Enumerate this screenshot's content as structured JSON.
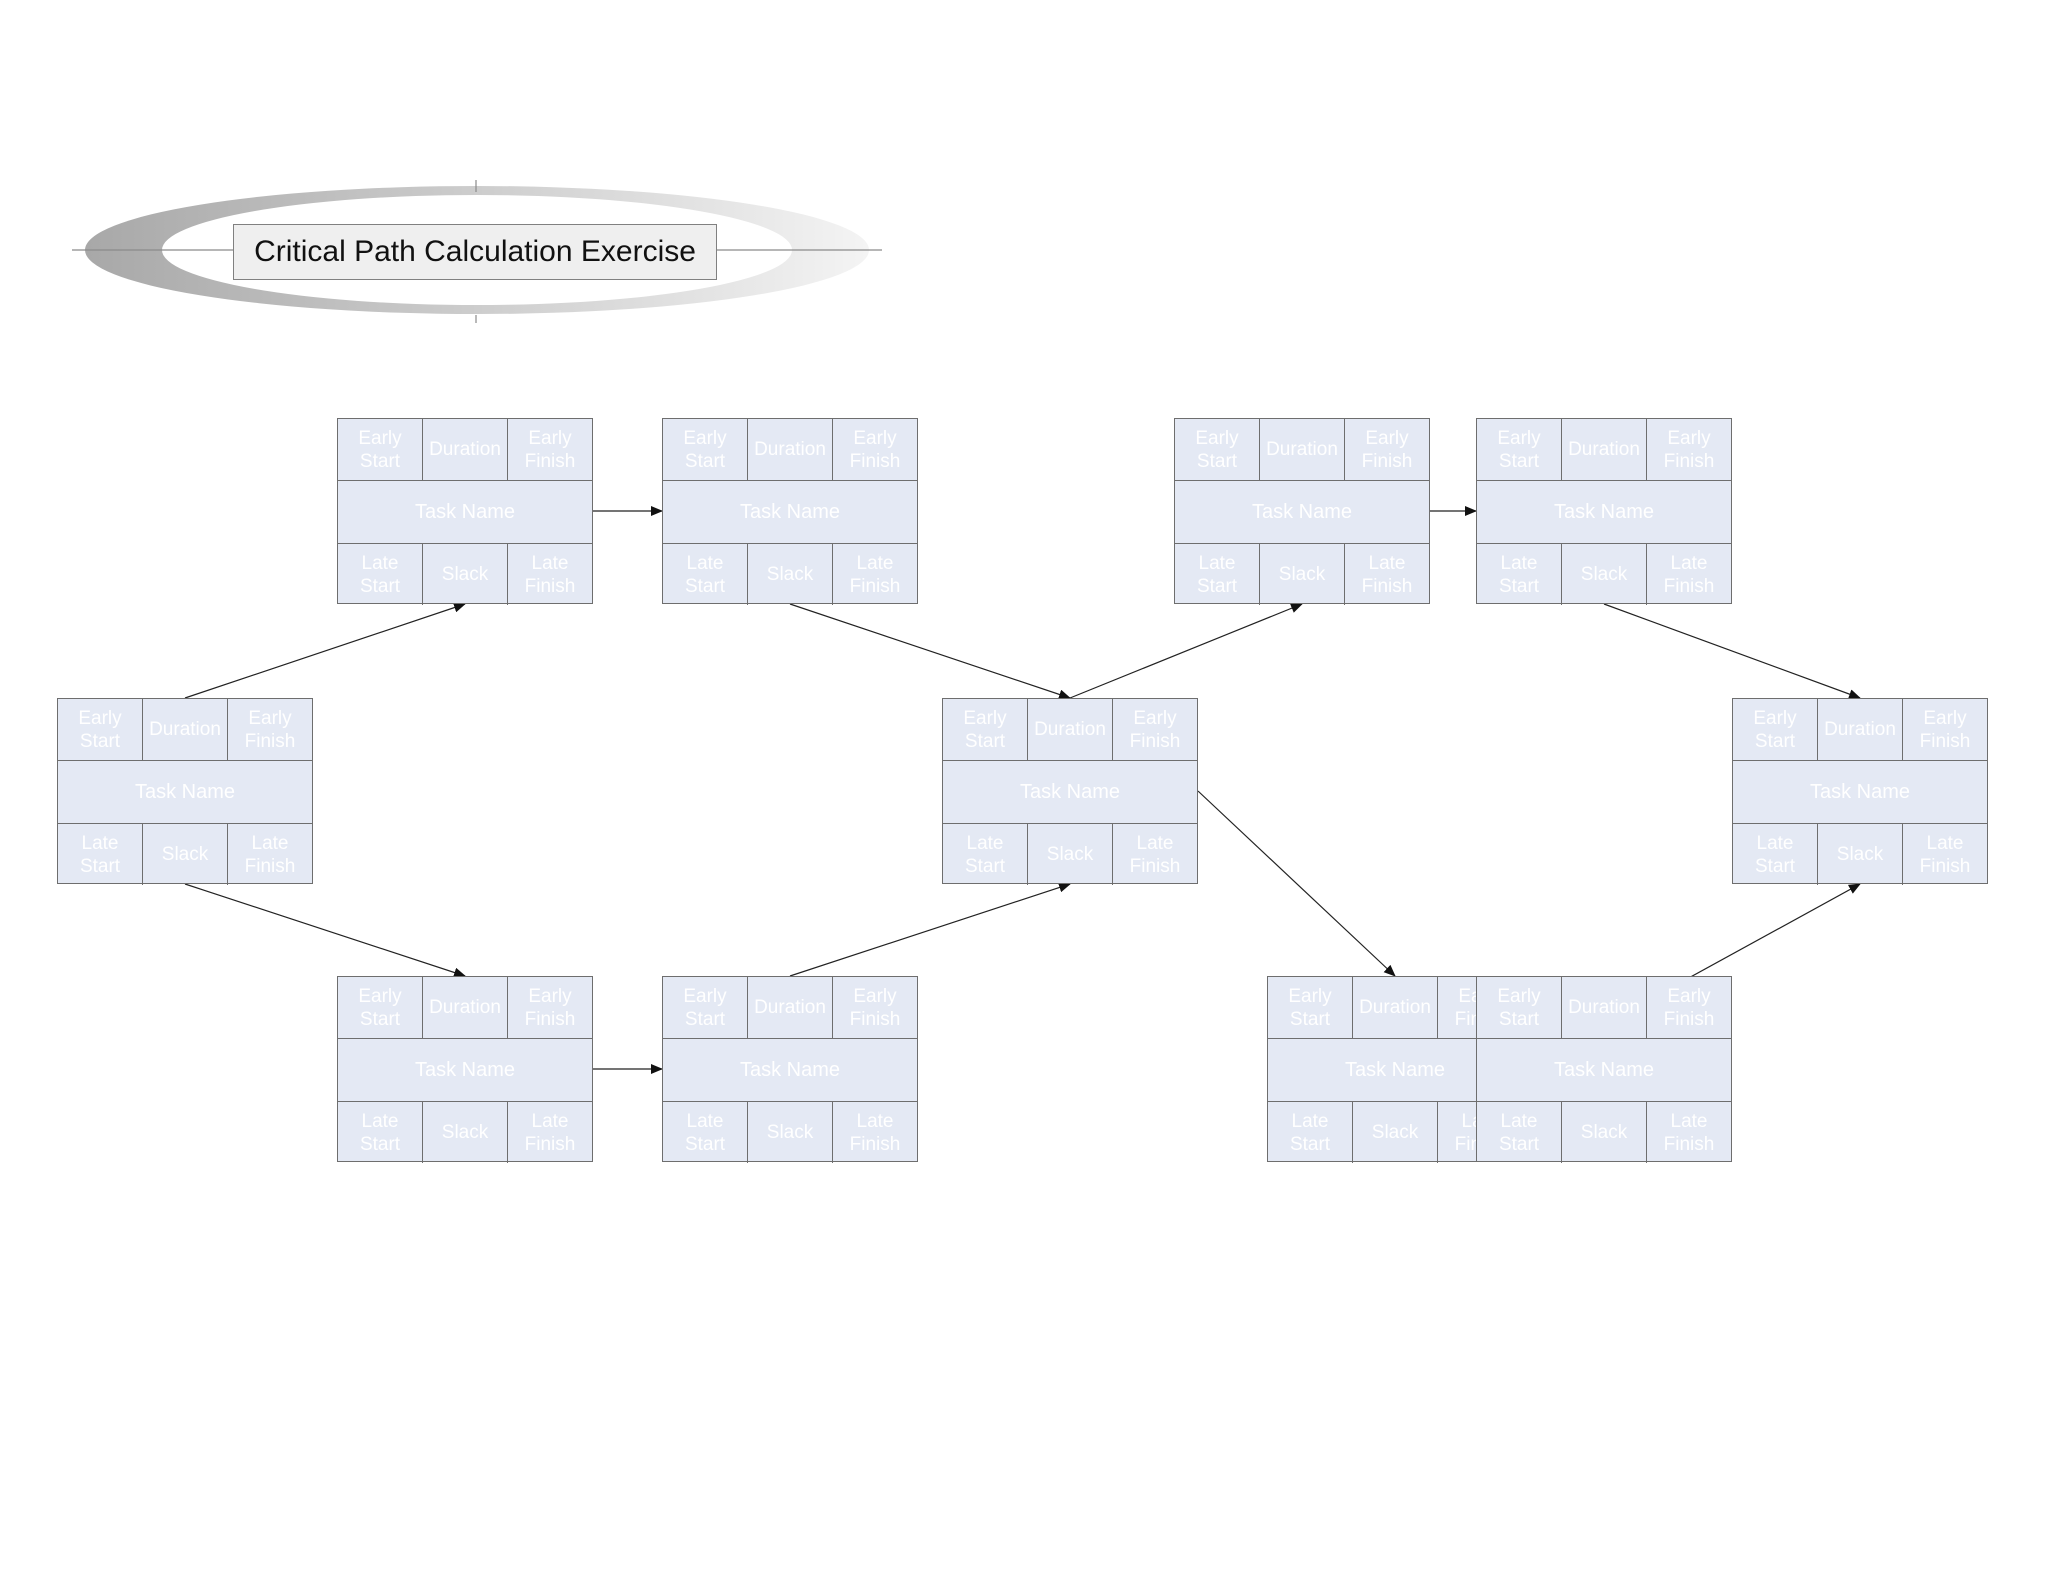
{
  "title": "Critical Path Calculation Exercise",
  "colors": {
    "node_fill": "#e4e9f4",
    "node_border": "#6e6e6e",
    "node_text": "#ffffff",
    "arrow": "#222222"
  },
  "node_template": {
    "early_start": "Early\nStart",
    "duration": "Duration",
    "early_finish": "Early\nFinish",
    "task_name": "Task Name",
    "late_start": "Late\nStart",
    "slack": "Slack",
    "late_finish": "Late\nFinish"
  },
  "nodes": [
    {
      "id": "n1"
    },
    {
      "id": "n2"
    },
    {
      "id": "n3"
    },
    {
      "id": "n4"
    },
    {
      "id": "n5"
    },
    {
      "id": "n6"
    },
    {
      "id": "n7"
    },
    {
      "id": "n8"
    },
    {
      "id": "n9"
    },
    {
      "id": "n10"
    },
    {
      "id": "n11"
    }
  ],
  "edges": [
    [
      "n1",
      "n2"
    ],
    [
      "n1",
      "n4"
    ],
    [
      "n2",
      "n3"
    ],
    [
      "n4",
      "n5"
    ],
    [
      "n3",
      "n6"
    ],
    [
      "n5",
      "n6"
    ],
    [
      "n6",
      "n7"
    ],
    [
      "n7",
      "n8"
    ],
    [
      "n6",
      "n10"
    ],
    [
      "n8",
      "n9"
    ],
    [
      "n10",
      "n9"
    ]
  ]
}
